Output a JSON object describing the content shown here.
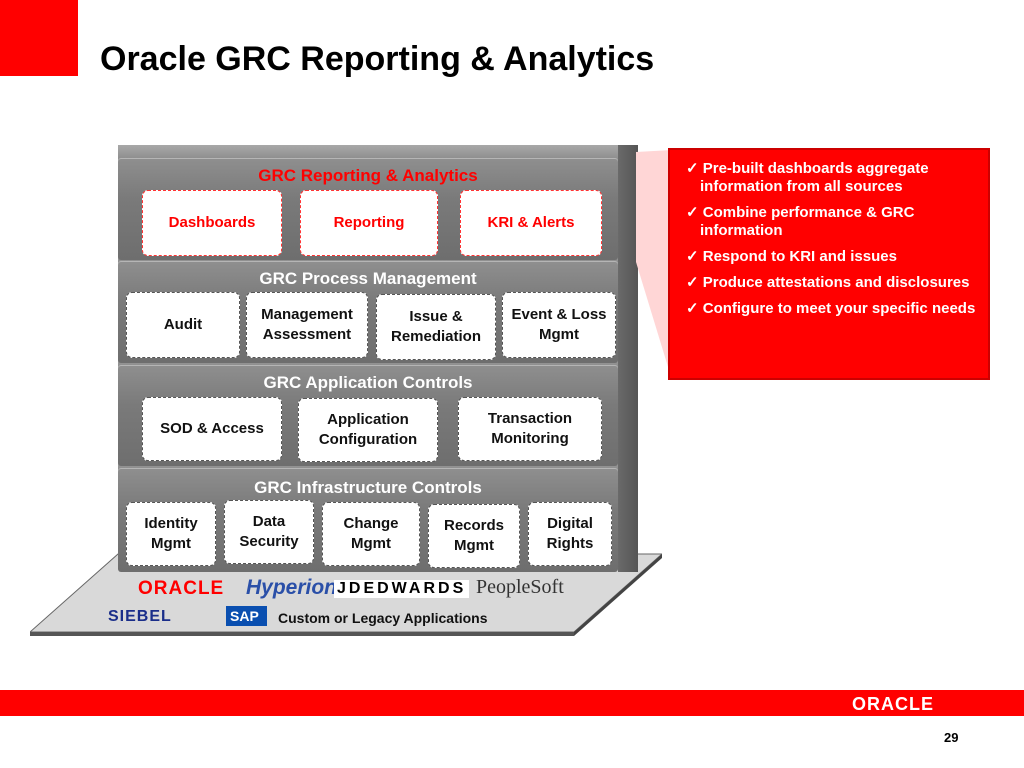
{
  "title": "Oracle GRC Reporting & Analytics",
  "layers": {
    "reporting": {
      "title": "GRC Reporting & Analytics",
      "boxes": [
        "Dashboards",
        "Reporting",
        "KRI & Alerts"
      ]
    },
    "process": {
      "title": "GRC Process Management",
      "boxes": [
        "Audit",
        "Management Assessment",
        "Issue & Remediation",
        "Event & Loss Mgmt"
      ]
    },
    "application": {
      "title": "GRC Application Controls",
      "boxes": [
        "SOD & Access",
        "Application Configuration",
        "Transaction Monitoring"
      ]
    },
    "infrastructure": {
      "title": "GRC Infrastructure Controls",
      "boxes": [
        "Identity Mgmt",
        "Data Security",
        "Change Mgmt",
        "Records Mgmt",
        "Digital Rights"
      ]
    }
  },
  "base": {
    "logos": [
      "ORACLE",
      "Hyperion",
      "JDEDWARDS",
      "PeopleSoft",
      "SIEBEL",
      "SAP"
    ],
    "custom_label": "Custom or Legacy Applications"
  },
  "callout": {
    "items": [
      "✓ Pre-built dashboards aggregate information from all sources",
      "✓ Combine performance & GRC information",
      "✓ Respond to KRI and issues",
      "✓ Produce attestations and disclosures",
      "✓ Configure to meet your specific needs"
    ]
  },
  "footer": {
    "logo": "ORACLE",
    "page_number": "29"
  },
  "colors": {
    "accent": "#ff0000",
    "layer": "#7a7a7a"
  }
}
